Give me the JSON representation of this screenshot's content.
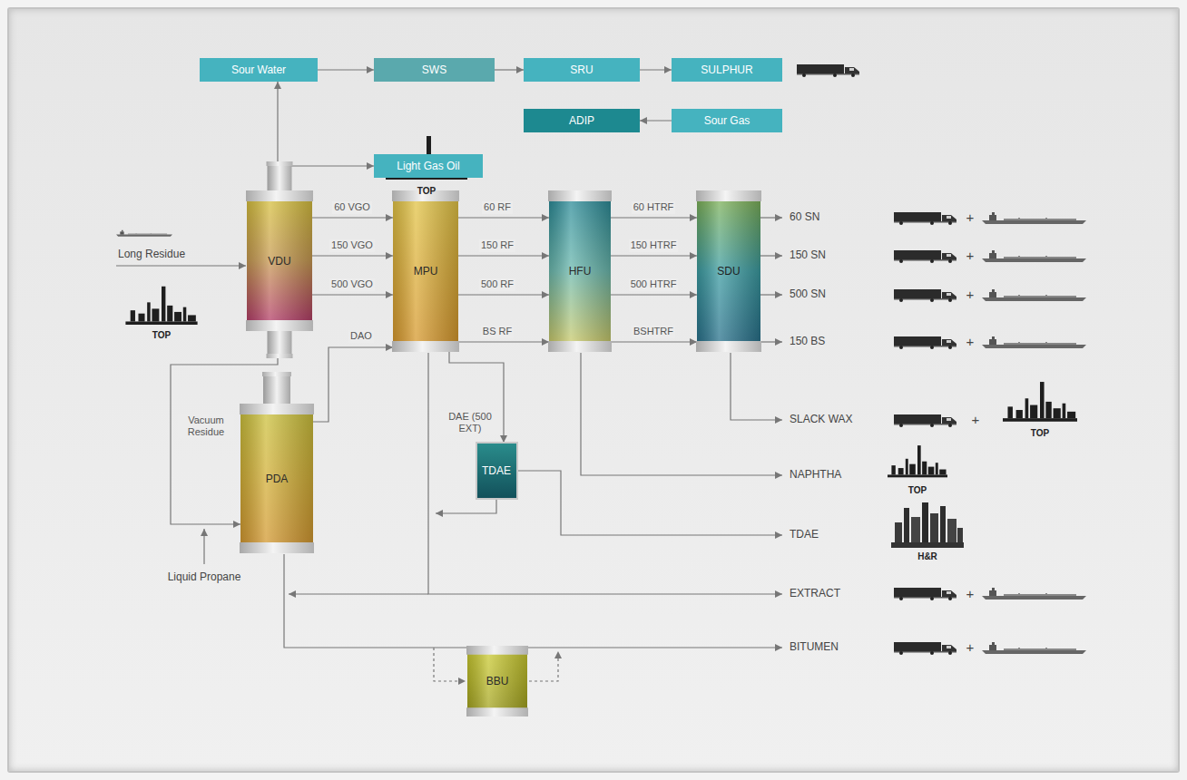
{
  "diagram": {
    "nodes": [
      {
        "text": [
          "Sour Water"
        ]
      },
      {
        "text": [
          "SWS"
        ]
      },
      {
        "text": [
          "SRU"
        ]
      },
      {
        "text": [
          "SULPHUR"
        ]
      },
      {
        "text": [
          "ADIP"
        ]
      },
      {
        "text": [
          "Sour Gas"
        ]
      },
      {
        "text": [
          "Light Gas Oil"
        ]
      },
      {
        "text": [
          "VDU"
        ]
      },
      {
        "text": [
          "MPU"
        ]
      },
      {
        "text": [
          "HFU"
        ]
      },
      {
        "text": [
          "SDU"
        ]
      },
      {
        "text": [
          "PDA"
        ]
      },
      {
        "text": [
          "TDAE"
        ]
      },
      {
        "text": [
          "BBU"
        ]
      }
    ],
    "edges": [
      {
        "from": 7,
        "to": 0,
        "arrow": "to"
      },
      {
        "from": 7,
        "to": 6,
        "arrow": "to"
      },
      {
        "from": 0,
        "to": 1,
        "arrow": "to"
      },
      {
        "from": 1,
        "to": 2,
        "arrow": "to"
      },
      {
        "from": 2,
        "to": 3,
        "arrow": "to"
      },
      {
        "from": 5,
        "to": 4,
        "arrow": "to"
      },
      {
        "from": 7,
        "to": 8,
        "label": "60 VGO",
        "arrow": "to"
      },
      {
        "from": 7,
        "to": 8,
        "label": "150 VGO",
        "arrow": "to"
      },
      {
        "from": 7,
        "to": 8,
        "label": "500 VGO",
        "arrow": "to"
      },
      {
        "from": 8,
        "to": 9,
        "label": "60 RF",
        "arrow": "to"
      },
      {
        "from": 8,
        "to": 9,
        "label": "150 RF",
        "arrow": "to"
      },
      {
        "from": 8,
        "to": 9,
        "label": "500 RF",
        "arrow": "to"
      },
      {
        "from": 8,
        "to": 9,
        "label": "BS RF",
        "arrow": "to"
      },
      {
        "from": 9,
        "to": 10,
        "label": "60 HTRF",
        "arrow": "to"
      },
      {
        "from": 9,
        "to": 10,
        "label": "150 HTRF",
        "arrow": "to"
      },
      {
        "from": 9,
        "to": 10,
        "label": "500 HTRF",
        "arrow": "to"
      },
      {
        "from": 9,
        "to": 10,
        "label": "BSHTRF",
        "arrow": "to"
      },
      {
        "from": 11,
        "to": 8,
        "label": "DAO",
        "arrow": "to"
      },
      {
        "from": 7,
        "to": 11,
        "label": "Vacuum Residue",
        "arrow": "to"
      },
      {
        "from": 8,
        "to": 12,
        "label": "DAE (500 EXT)",
        "arrow": "to"
      }
    ],
    "labels": [
      "Long Residue",
      "TOP",
      "TOP",
      "60 SN",
      "+",
      "150 SN",
      "+",
      "500 SN",
      "+",
      "150 BS",
      "+",
      "SLACK WAX",
      "+",
      "TOP",
      "NAPHTHA",
      "TOP",
      "TDAE",
      "H&R",
      "EXTRACT",
      "+",
      "BITUMEN",
      "+",
      "Liquid Propane"
    ]
  }
}
